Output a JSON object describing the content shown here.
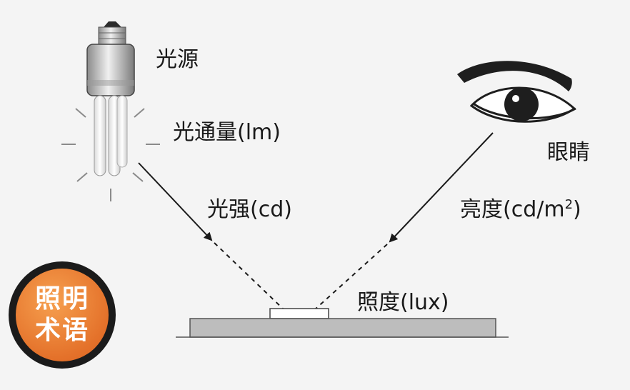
{
  "labels": {
    "source": "光源",
    "flux": "光通量(lm)",
    "intensity": "光强(cd)",
    "eye": "眼睛",
    "luminance_base": "亮度(cd/m",
    "luminance_sup": "2",
    "luminance_end": ")",
    "illuminance": "照度(lux)"
  },
  "badge": {
    "line1": "照明",
    "line2": "术语"
  },
  "colors": {
    "background": "#f4f4f4",
    "badge_orange": "#e4712a",
    "badge_ring": "#1b1b1b",
    "line": "#1a1a1a"
  }
}
